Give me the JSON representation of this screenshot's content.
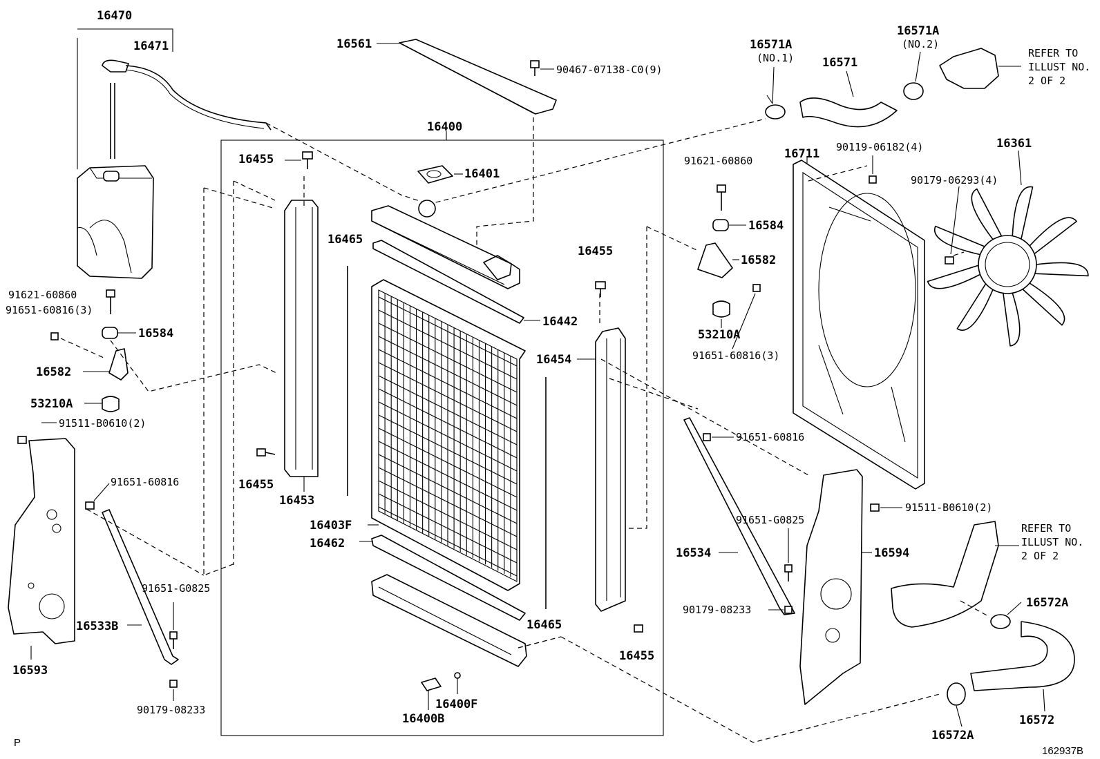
{
  "diagram": {
    "ref_code": "162937B",
    "page_marker": "P",
    "labels": {
      "p16470": "16470",
      "p16471": "16471",
      "p16561": "16561",
      "p90467": "90467-07138-C0(9)",
      "p16400": "16400",
      "p16455_a": "16455",
      "p16401": "16401",
      "p16465_a": "16465",
      "p16442": "16442",
      "p16455_b": "16455",
      "p16454": "16454",
      "p16455_c": "16455",
      "p16453": "16453",
      "p16403F": "16403F",
      "p16462": "16462",
      "p16465_b": "16465",
      "p16455_d": "16455",
      "p16400F": "16400F",
      "p16400B": "16400B",
      "p91621_l": "91621-60860",
      "p91651_l3": "91651-60816(3)",
      "p16584_l": "16584",
      "p16582_l": "16582",
      "p53210A_l": "53210A",
      "p91511_l": "91511-B0610(2)",
      "p91651_l": "91651-60816",
      "p91651G_l": "91651-G0825",
      "p16533B": "16533B",
      "p16593": "16593",
      "p90179_l": "90179-08233",
      "p16571A_1": "16571A",
      "p16571A_1n": "(NO.1)",
      "p16571": "16571",
      "p16571A_2": "16571A",
      "p16571A_2n": "(NO.2)",
      "p16711": "16711",
      "p90119": "90119-06182(4)",
      "p16361": "16361",
      "p91621_r": "91621-60860",
      "p90179_06293": "90179-06293(4)",
      "p16584_r": "16584",
      "p16582_r": "16582",
      "p53210A_r": "53210A",
      "p91651_r3": "91651-60816(3)",
      "p91651_r": "91651-60816",
      "p91511_r": "91511-B0610(2)",
      "p91651G_r": "91651-G0825",
      "p16534": "16534",
      "p16594": "16594",
      "p90179_r": "90179-08233",
      "p16572A_a": "16572A",
      "p16572": "16572",
      "p16572A_b": "16572A"
    },
    "refer_top": [
      "REFER TO",
      "ILLUST NO.",
      "2 OF 2"
    ],
    "refer_bottom": [
      "REFER TO",
      "ILLUST NO.",
      "2 OF 2"
    ]
  }
}
